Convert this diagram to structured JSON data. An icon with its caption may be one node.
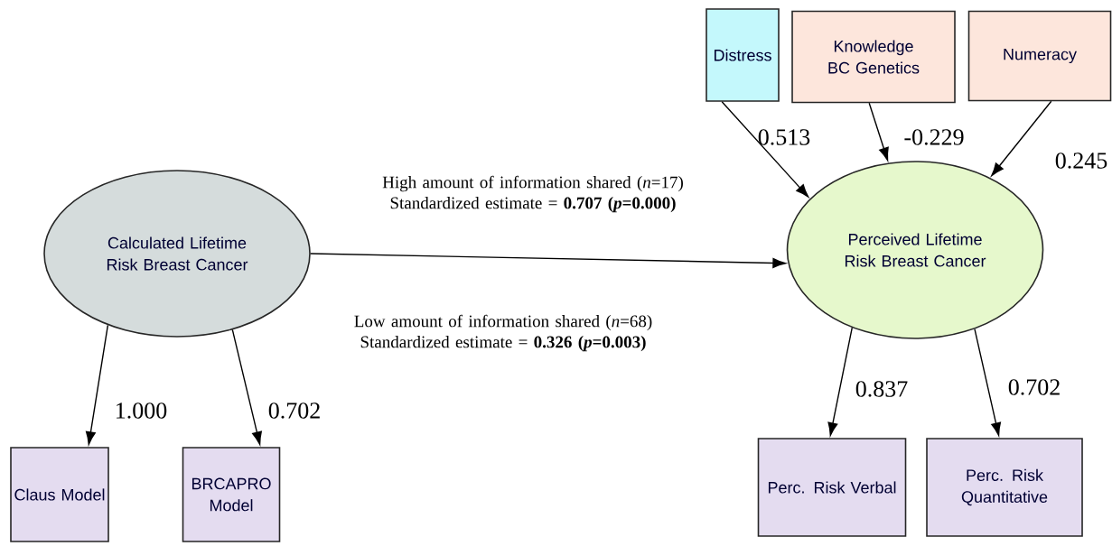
{
  "diagram": {
    "nodes": [
      {
        "text": [
          "Calculated Lifetime Risk Breast Cancer"
        ]
      },
      {
        "text": [
          "Claus Model"
        ]
      },
      {
        "text": [
          "BRCAPRO Model"
        ]
      },
      {
        "text": [
          "Distress"
        ]
      },
      {
        "text": [
          "Knowledge BC Genetics"
        ]
      },
      {
        "text": [
          "Numeracy"
        ]
      },
      {
        "text": [
          "Perceived Lifetime Risk Breast Cancer"
        ]
      },
      {
        "text": [
          "Perc. Risk Verbal"
        ]
      },
      {
        "text": [
          "Perc. Risk Quantitative"
        ]
      }
    ],
    "edges": [
      {
        "from": 0,
        "to": 1,
        "arrow": "to",
        "label": "1.000"
      },
      {
        "from": 0,
        "to": 2,
        "arrow": "to",
        "label": "0.702"
      },
      {
        "from": 3,
        "to": 6,
        "arrow": "to",
        "label": "0.513"
      },
      {
        "from": 4,
        "to": 6,
        "arrow": "to",
        "label": "-0.229"
      },
      {
        "from": 5,
        "to": 6,
        "arrow": "to",
        "label": "0.245"
      },
      {
        "from": 0,
        "to": 6,
        "arrow": "to",
        "label": "High amount of information shared (*n*=17) Standardized estimate = **0.707 (*p*=0.000)**"
      },
      {
        "from": 6,
        "to": 7,
        "arrow": "to",
        "label": "0.837"
      },
      {
        "from": 6,
        "to": 8,
        "arrow": "to",
        "label": "0.702"
      }
    ],
    "labels": [
      "Low amount of information shared (*n*=68) Standardized estimate = **0.326 (*p*=0.003)**"
    ]
  }
}
